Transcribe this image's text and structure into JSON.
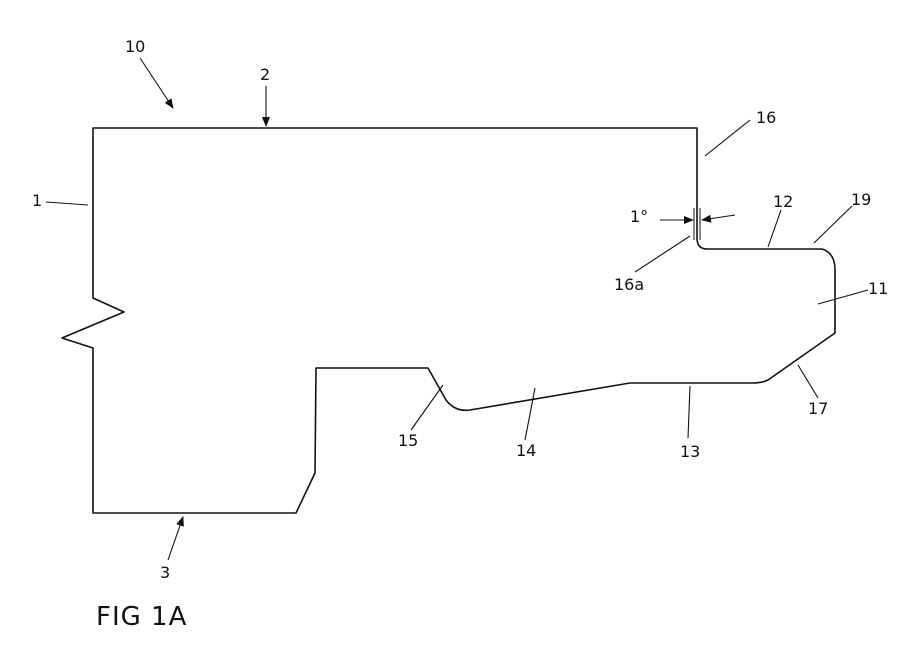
{
  "figure": {
    "caption": "FIG 1A",
    "angle_label": "1°",
    "labels": {
      "ref_10": "10",
      "ref_2": "2",
      "ref_1": "1",
      "ref_3": "3",
      "ref_16": "16",
      "ref_16a": "16a",
      "ref_12": "12",
      "ref_19": "19",
      "ref_11": "11",
      "ref_17": "17",
      "ref_13": "13",
      "ref_14": "14",
      "ref_15": "15"
    }
  }
}
